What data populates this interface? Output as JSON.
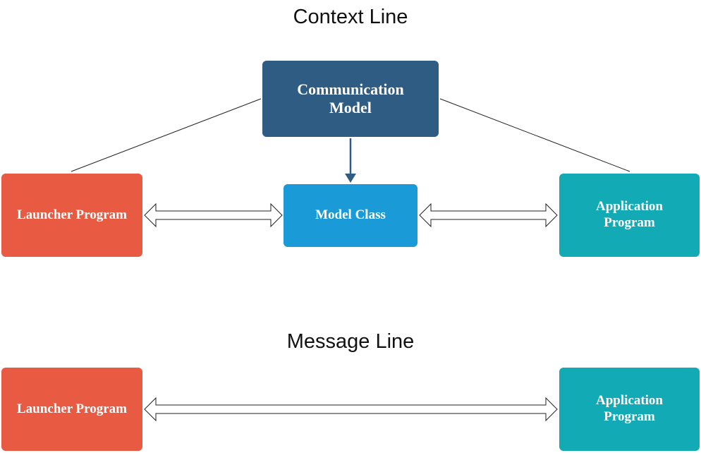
{
  "context_line": {
    "title": "Context Line",
    "communication_model": "Communication Model",
    "launcher": "Launcher Program",
    "model_class": "Model Class",
    "application": "Application Program"
  },
  "message_line": {
    "title": "Message Line",
    "launcher": "Launcher Program",
    "application": "Application Program"
  },
  "colors": {
    "launcher": "#e85a42",
    "communication_model": "#2e5c82",
    "model_class": "#1a9ad6",
    "application": "#12aab5",
    "connector": "#2e5c82"
  }
}
